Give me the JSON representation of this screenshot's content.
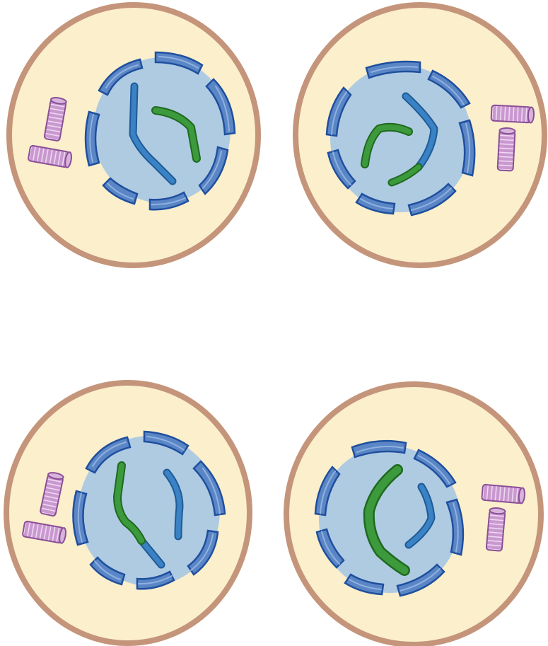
{
  "colors": {
    "background": "#ffffff",
    "cell_membrane": "#c4957a",
    "cell_membrane_stroke": "#a87356",
    "cytoplasm": "#fcefcc",
    "nucleus": "#afcbe2",
    "nuclear_envelope_fill": "#5b86c6",
    "nuclear_envelope_stroke": "#1f4f9e",
    "nuclear_envelope_highlight": "#8fb1e0",
    "chromatid_blue": "#3a82c4",
    "chromatid_blue_stroke": "#1d5b97",
    "chromatid_green": "#3c9a3c",
    "chromatid_green_stroke": "#1f6a1f",
    "centriole_fill": "#c898cf",
    "centriole_stroke": "#8a4f96",
    "centriole_stripes": "#f0d8f2"
  },
  "cells": [
    {
      "label": "",
      "centriole_side": "left",
      "chromosome_arrangement": "separate"
    },
    {
      "label": "",
      "centriole_side": "right",
      "chromosome_arrangement": "crossed-over"
    },
    {
      "label": "",
      "centriole_side": "left",
      "chromosome_arrangement": "crossed-over"
    },
    {
      "label": "",
      "centriole_side": "right",
      "chromosome_arrangement": "separate"
    }
  ]
}
